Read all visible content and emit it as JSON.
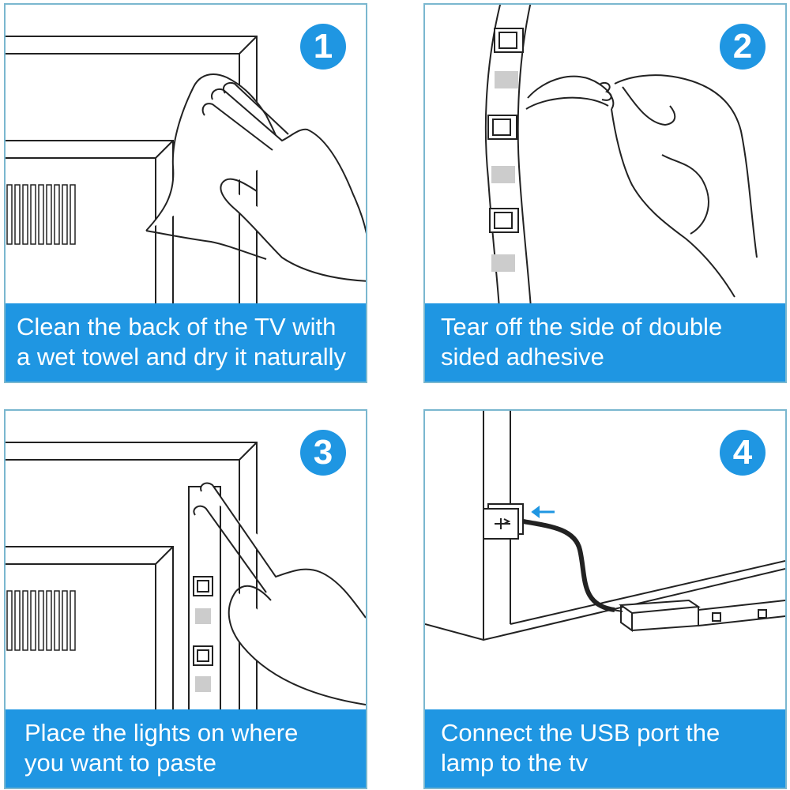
{
  "steps": [
    {
      "number": "1",
      "caption": "Clean the back of the TV with\na wet towel and dry it naturally"
    },
    {
      "number": "2",
      "caption": "Tear off the side of double\nsided adhesive"
    },
    {
      "number": "3",
      "caption": "Place the lights on where\nyou want to paste"
    },
    {
      "number": "4",
      "caption": "Connect the USB port the\nlamp to the tv"
    }
  ],
  "colors": {
    "accent": "#1f96e2",
    "panel_border": "#7ab7cf",
    "caption_text": "#ffffff"
  }
}
